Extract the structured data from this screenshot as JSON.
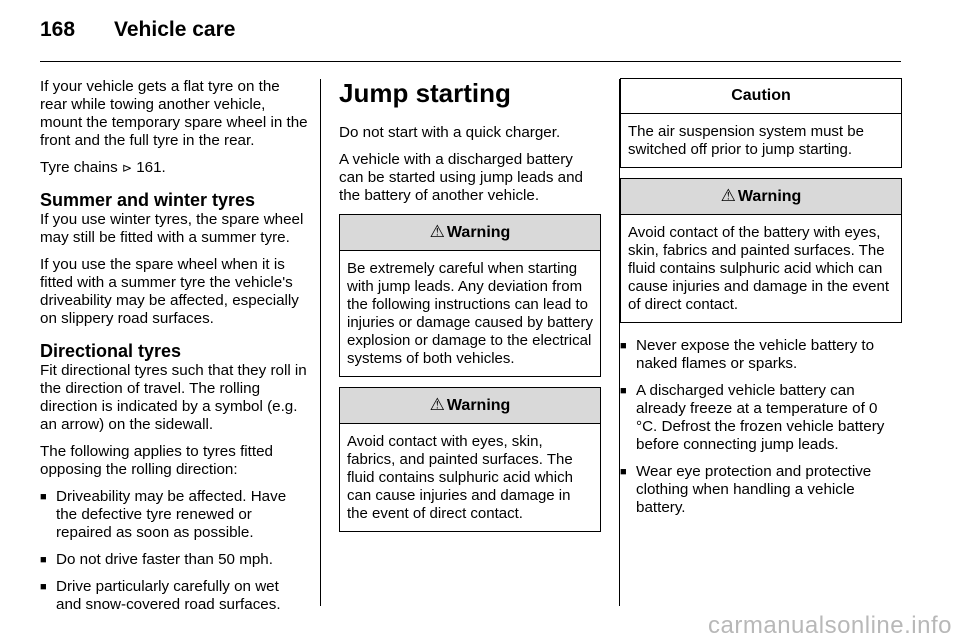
{
  "header": {
    "page_number": "168",
    "title": "Vehicle care"
  },
  "col1": {
    "intro": "If your vehicle gets a flat tyre on the rear while towing another vehicle, mount the temporary spare wheel in the front and the full tyre in the rear.",
    "tyre_chains_text": "Tyre chains",
    "tyre_chains_icon": "⊳",
    "tyre_chains_page": "161.",
    "summer_heading": "Summer and winter tyres",
    "summer_p1": "If you use winter tyres, the spare wheel may still be fitted with a summer tyre.",
    "summer_p2": "If you use the spare wheel when it is fitted with a summer tyre the vehicle's driveability may be affected, especially on slippery road surfaces.",
    "directional_heading": "Directional tyres",
    "directional_p1": "Fit directional tyres such that they roll in the direction of travel. The rolling direction is indicated by a symbol (e.g. an arrow) on the sidewall.",
    "directional_p2": "The following applies to tyres fitted opposing the rolling direction:",
    "bullets": [
      "Driveability may be affected. Have the defective tyre renewed or repaired as soon as possible.",
      "Do not drive faster than 50 mph.",
      "Drive particularly carefully on wet and snow-covered road surfaces."
    ]
  },
  "col2": {
    "title": "Jump starting",
    "p1": "Do not start with a quick charger.",
    "p2": "A vehicle with a discharged battery can be started using jump leads and the battery of another vehicle.",
    "warning_icon": "⚠",
    "warning1_title": "Warning",
    "warning1_text": "Be extremely careful when starting with jump leads. Any deviation from the following instructions can lead to injuries or damage caused by battery explosion or damage to the electrical systems of both vehicles.",
    "warning2_title": "Warning",
    "warning2_text": "Avoid contact with eyes, skin, fabrics, and painted surfaces. The fluid contains sulphuric acid which can cause injuries and damage in the event of direct contact."
  },
  "col3": {
    "caution_title": "Caution",
    "caution_text": "The air suspension system must be switched off prior to jump starting.",
    "warning_icon": "⚠",
    "warning_title": "Warning",
    "warning_text": "Avoid contact of the battery with eyes, skin, fabrics and painted surfaces. The fluid contains sulphuric acid which can cause injuries and damage in the event of direct contact.",
    "bullets": [
      "Never expose the vehicle battery to naked flames or sparks.",
      "A discharged vehicle battery can already freeze at a temperature of 0 °C. Defrost the frozen vehicle battery before connecting jump leads.",
      "Wear eye protection and protective clothing when handling a vehicle battery."
    ]
  },
  "watermark": "carmanualsonline.info"
}
